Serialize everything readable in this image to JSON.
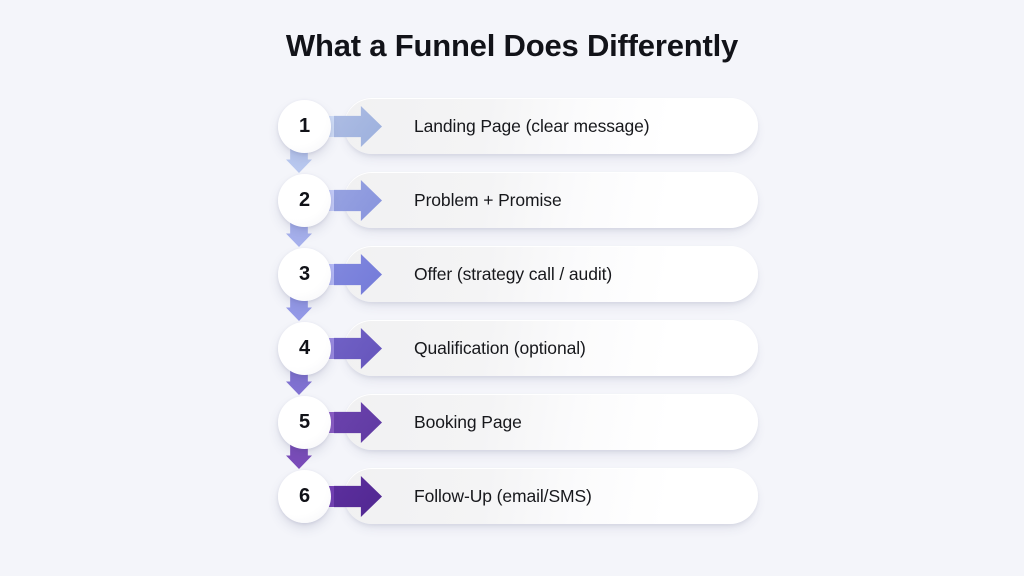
{
  "page": {
    "title": "What a Funnel Does Differently",
    "background_color": "#f4f5fa",
    "text_color": "#17181c"
  },
  "chart_data": {
    "type": "diagram",
    "subtype": "numbered-funnel-steps",
    "title": "What a Funnel Does Differently",
    "step_count": 6,
    "categories": [
      "Landing Page (clear message)",
      "Problem + Promise",
      "Offer (strategy call / audit)",
      "Qualification (optional)",
      "Booking Page",
      "Follow-Up (email/SMS)"
    ],
    "values": [
      1,
      2,
      3,
      4,
      5,
      6
    ],
    "legend": [],
    "annotations": [],
    "gradient_from": "#b4c5ea",
    "gradient_to": "#5c2f9e"
  },
  "steps": [
    {
      "number": "1",
      "label": "Landing Page (clear message)",
      "arrow_color": "#aebde4",
      "arrow_color_dark": "#9cb0dd",
      "tail_color": "#cfdcf6",
      "connector_color": "#b9c8ef"
    },
    {
      "number": "2",
      "label": "Problem + Promise",
      "arrow_color": "#98a4e1",
      "arrow_color_dark": "#8793dd",
      "tail_color": "#c3caf7",
      "connector_color": "#a6b0ec"
    },
    {
      "number": "3",
      "label": "Offer (strategy call / audit)",
      "arrow_color": "#8289de",
      "arrow_color_dark": "#737ad9",
      "tail_color": "#b5b9f6",
      "connector_color": "#9499e7"
    },
    {
      "number": "4",
      "label": "Qualification (optional)",
      "arrow_color": "#7162c6",
      "arrow_color_dark": "#6554bb",
      "tail_color": "#9a8ae0",
      "connector_color": "#8172d2"
    },
    {
      "number": "5",
      "label": "Booking Page",
      "arrow_color": "#6c43ae",
      "arrow_color_dark": "#5f3aa1",
      "tail_color": "#8a5cc4",
      "connector_color": "#7a4cb9"
    },
    {
      "number": "6",
      "label": "Follow-Up (email/SMS)",
      "arrow_color": "#5c2f9e",
      "arrow_color_dark": "#512891",
      "tail_color": "#7440b4",
      "connector_color": "#63359f"
    }
  ]
}
